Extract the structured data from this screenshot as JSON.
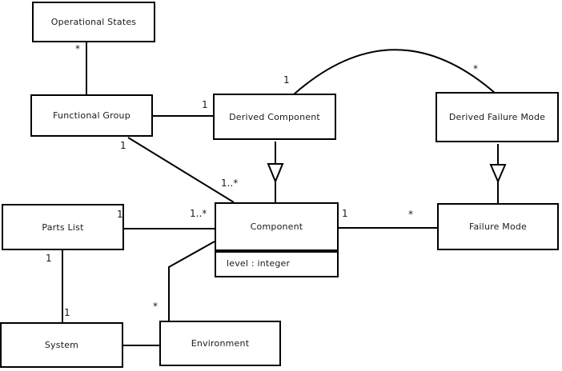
{
  "diagram": {
    "kind": "uml-class-diagram",
    "colors": {
      "background": "#ffffff",
      "box_fill": "#ffffff",
      "line": "#000000",
      "text": "#1a1a1a"
    },
    "nodes": {
      "operational_states": {
        "label": "Operational States"
      },
      "functional_group": {
        "label": "Functional Group"
      },
      "derived_component": {
        "label": "Derived Component"
      },
      "derived_failure_mode": {
        "label": "Derived Failure Mode"
      },
      "parts_list": {
        "label": "Parts List"
      },
      "component": {
        "label": "Component",
        "attribute": "level : integer"
      },
      "failure_mode": {
        "label": "Failure Mode"
      },
      "system": {
        "label": "System"
      },
      "environment": {
        "label": "Environment"
      }
    },
    "edges": [
      {
        "source": "Operational States",
        "target": "Functional Group",
        "type": "association",
        "source_mult": "*"
      },
      {
        "source": "Functional Group",
        "target": "Derived Component",
        "type": "association",
        "target_mult": "1"
      },
      {
        "source": "Derived Component",
        "target": "Derived Failure Mode",
        "type": "association",
        "shape": "arc",
        "source_mult": "1",
        "target_mult": "*"
      },
      {
        "source": "Functional Group",
        "target": "Component",
        "type": "association",
        "source_mult": "1",
        "target_mult": "1..*"
      },
      {
        "source": "Parts List",
        "target": "Component",
        "type": "association",
        "source_mult": "1",
        "target_mult": "1..*"
      },
      {
        "source": "Component",
        "target": "Failure Mode",
        "type": "association",
        "source_mult": "1",
        "target_mult": "*"
      },
      {
        "source": "Parts List",
        "target": "System",
        "type": "association",
        "source_mult": "1",
        "target_mult": "1"
      },
      {
        "source": "System",
        "target": "Environment",
        "type": "association"
      },
      {
        "source": "Environment",
        "target": "Component",
        "type": "association",
        "source_mult": "*"
      },
      {
        "source": "Derived Component",
        "target": "Component",
        "type": "generalization"
      },
      {
        "source": "Derived Failure Mode",
        "target": "Failure Mode",
        "type": "generalization"
      }
    ]
  }
}
